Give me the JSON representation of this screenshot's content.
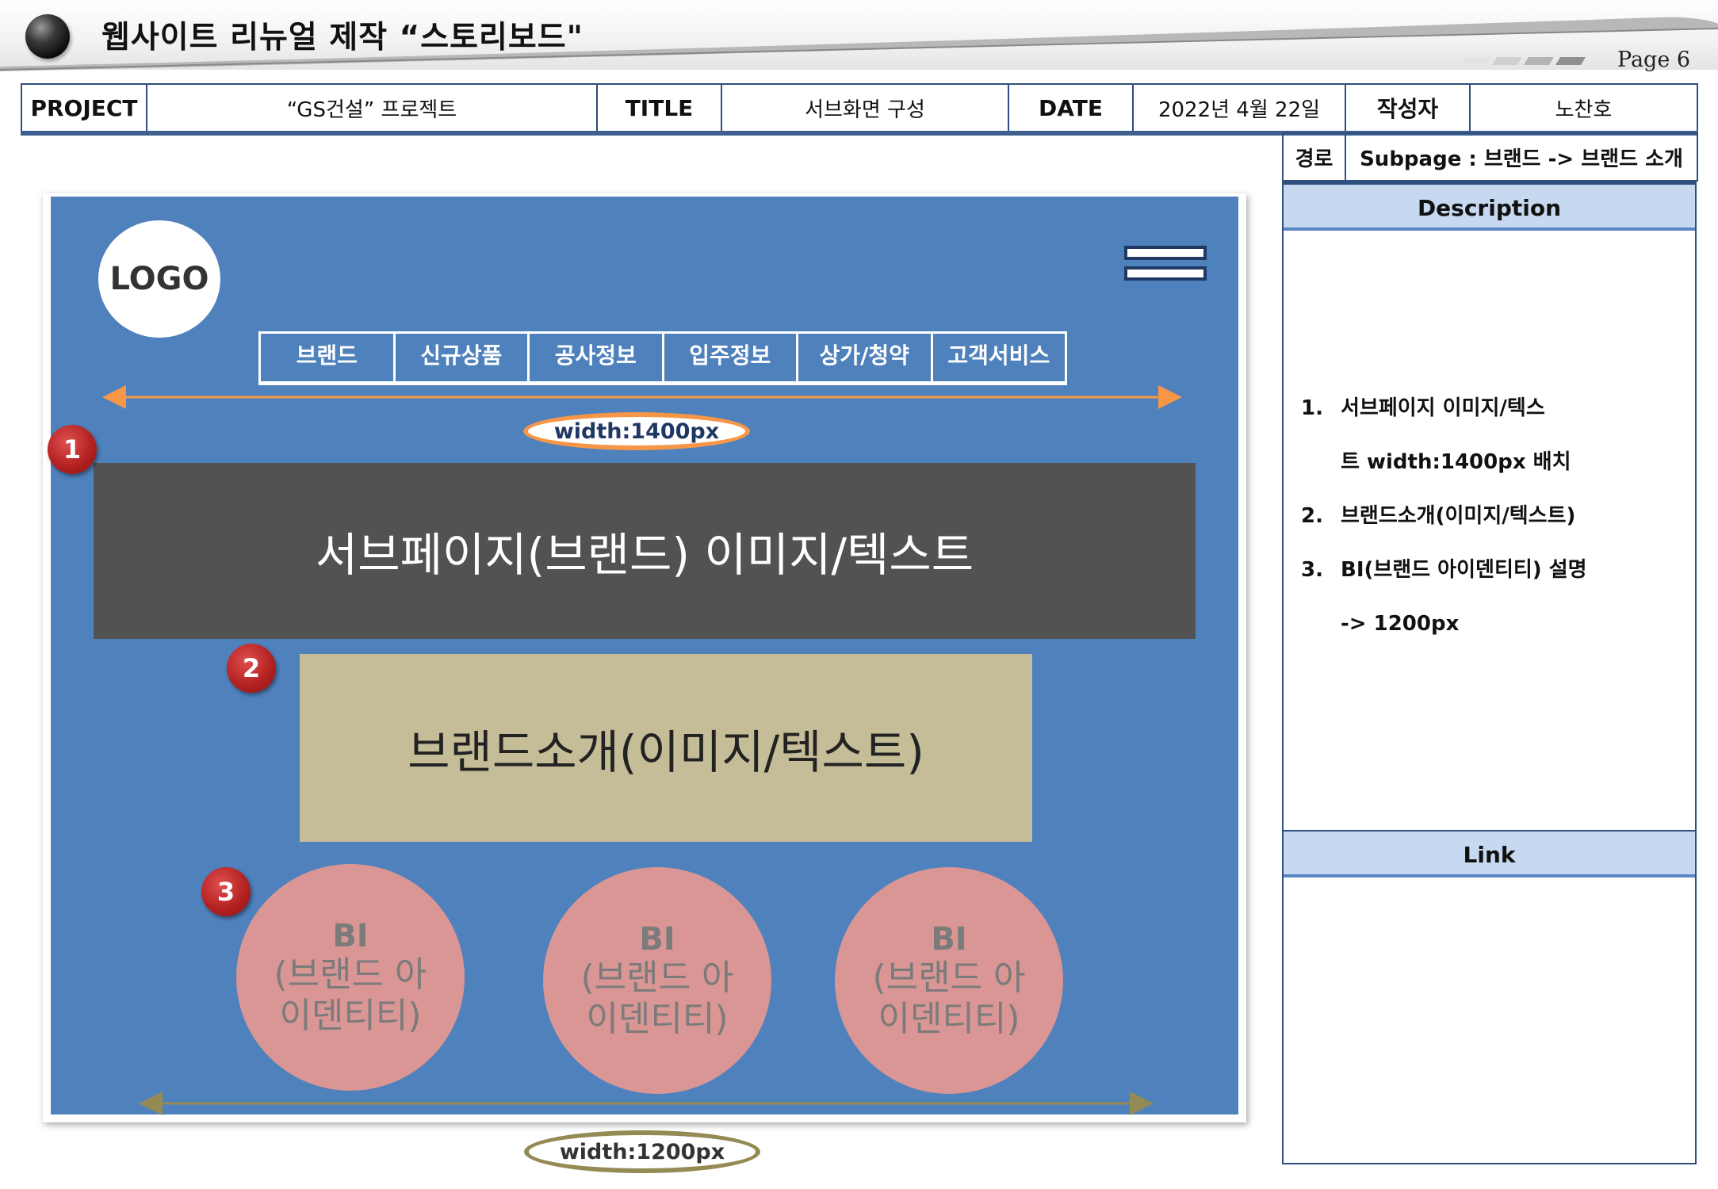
{
  "document": {
    "title": "웹사이트 리뉴얼 제작 “스토리보드\"",
    "page_label": "Page",
    "page_number": "6"
  },
  "info": {
    "project_label": "PROJECT",
    "project_value": "“GS건설” 프로젝트",
    "title_label": "TITLE",
    "title_value": "서브화면 구성",
    "date_label": "DATE",
    "date_value": "2022년 4월 22일",
    "author_label": "작성자",
    "author_value": "노찬호",
    "path_label": "경로",
    "path_value": "Subpage : 브랜드 -> 브랜드 소개"
  },
  "panel": {
    "description_title": "Description",
    "items": [
      {
        "num": "1.",
        "line1": "서브페이지 이미지/텍스",
        "line2": "트 width:1400px 배치"
      },
      {
        "num": "2.",
        "line1": "브랜드소개(이미지/텍스트)"
      },
      {
        "num": "3.",
        "line1": "BI(브랜드 아이덴티티) 설명",
        "line2": "-> 1200px"
      }
    ],
    "link_title": "Link"
  },
  "wireframe": {
    "logo": "LOGO",
    "nav": [
      "브랜드",
      "신규상품",
      "공사정보",
      "입주정보",
      "상가/청약",
      "고객서비스"
    ],
    "width_top": "width:1400px",
    "width_bottom": "width:1200px",
    "section1": "서브페이지(브랜드) 이미지/텍스트",
    "section2": "브랜드소개(이미지/텍스트)",
    "bi_cards": [
      {
        "title": "BI",
        "body": "(브랜드 아이덴티티)"
      },
      {
        "title": "BI",
        "body": "(브랜드 아이덴티티)"
      },
      {
        "title": "BI",
        "body": "(브랜드 아이덴티티)"
      }
    ],
    "badges": [
      "1",
      "2",
      "3"
    ]
  },
  "colors": {
    "frame_blue": "#4f81bd",
    "section1_gray": "#525252",
    "section2_khaki": "#c4bd97",
    "bi_pink": "#d99694",
    "badge_red": "#b52222",
    "arrow_orange": "#f79646",
    "arrow_olive": "#948a54",
    "panel_head": "#c6d9f1"
  }
}
